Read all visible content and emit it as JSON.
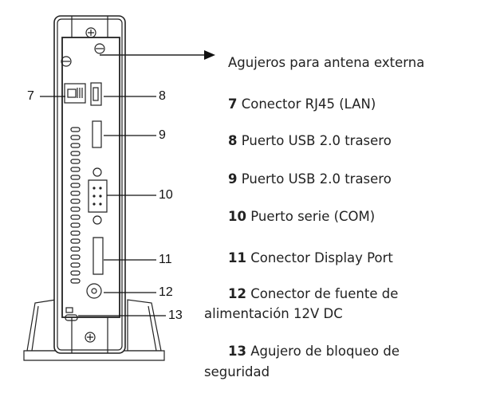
{
  "callouts": [
    "7",
    "8",
    "9",
    "10",
    "11",
    "12",
    "13"
  ],
  "antenna": {
    "text": "Agujeros para antena externa"
  },
  "items": [
    {
      "num": "7",
      "text": "Conector RJ45 (LAN)"
    },
    {
      "num": "8",
      "text": "Puerto USB 2.0 trasero"
    },
    {
      "num": "9",
      "text": "Puerto USB 2.0 trasero"
    },
    {
      "num": "10",
      "text": "Puerto serie (COM)"
    },
    {
      "num": "11",
      "text": "Conector Display Port"
    },
    {
      "num": "12",
      "text": "Conector de fuente de",
      "text2": "alimentación 12V DC"
    },
    {
      "num": "13",
      "text": "Agujero de bloqueo de",
      "text2": "seguridad"
    }
  ]
}
